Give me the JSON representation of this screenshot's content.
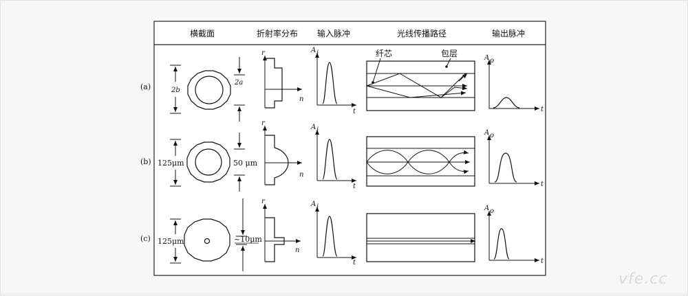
{
  "headers": {
    "cross_section": "横截面",
    "refractive_profile": "折射率分布",
    "input_pulse": "输入脉冲",
    "ray_path": "光线传播路径",
    "output_pulse": "输出脉冲"
  },
  "rows": [
    {
      "label": "(a)",
      "outer_dim": "2b",
      "inner_dim": "2a",
      "in_axis_y": "A",
      "in_axis_y_sub": "i",
      "out_axis_y": "A",
      "out_axis_y_sub": "o",
      "axis_r": "r",
      "axis_n": "n",
      "axis_t": "t",
      "core_label": "纤芯",
      "cladding_label": "包层"
    },
    {
      "label": "(b)",
      "outer_dim": "125μm",
      "inner_dim": "50 μm",
      "in_axis_y": "A",
      "in_axis_y_sub": "i",
      "out_axis_y": "A",
      "out_axis_y_sub": "o",
      "axis_r": "r",
      "axis_n": "n",
      "axis_t": "t"
    },
    {
      "label": "(c)",
      "outer_dim": "125μm",
      "inner_dim": "~10μm",
      "in_axis_y": "A",
      "in_axis_y_sub": "i",
      "out_axis_y": "A",
      "out_axis_y_sub": "o",
      "axis_r": "r",
      "axis_n": "n",
      "axis_t": "t"
    }
  ],
  "watermark": "vfe.cc"
}
